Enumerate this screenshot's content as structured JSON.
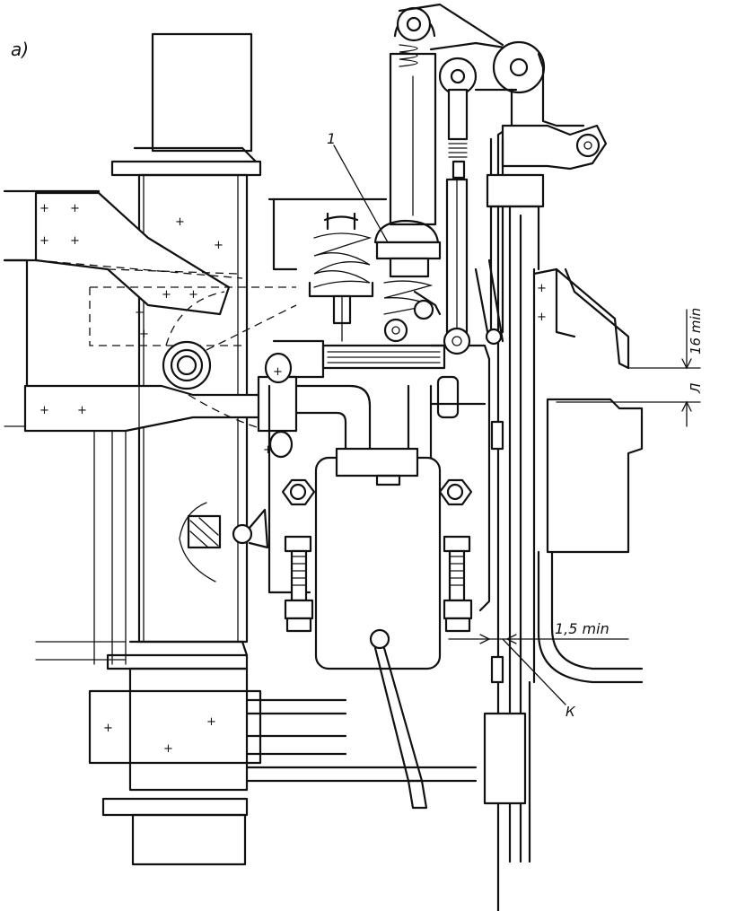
{
  "labels": {
    "figure": "а)",
    "part_1": "1",
    "dim_16": "16 min",
    "dim_L": "Л",
    "dim_15": "1,5 min",
    "point_K": "К"
  }
}
